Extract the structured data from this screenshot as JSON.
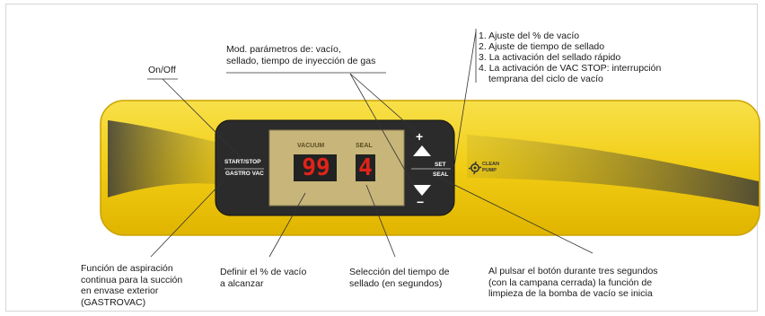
{
  "labels": {
    "on_off": "On/Off",
    "mod_params": [
      "Mod. parámetros de: vacío,",
      "sellado, tiempo de inyección de gas"
    ],
    "numbered": [
      {
        "n": "1.",
        "text": "Ajuste del % de vacío"
      },
      {
        "n": "2.",
        "text": "Ajuste de tiempo de sellado"
      },
      {
        "n": "3.",
        "text": "La activación del sellado rápido"
      },
      {
        "n": "4.",
        "text": "La activación de VAC STOP: interrupción"
      }
    ],
    "numbered_cont": "temprana del ciclo de vacío",
    "aspiration": [
      "Función de aspiración",
      "continua para la succión",
      "en envase exterior",
      "(GASTROVAC)"
    ],
    "vacuum_pct": [
      "Definir el % de vacío",
      "a alcanzar"
    ],
    "seal_time": [
      "Selección del tiempo de",
      "sellado (en segundos)"
    ],
    "three_sec": [
      "Al pulsar el botón durante tres segundos",
      "(con la campana cerrada) la función de",
      "limpieza de la bomba de vacío se inicia"
    ]
  },
  "panel": {
    "start_stop": "START/STOP",
    "gastro_vac": "GASTRO VAC",
    "vacuum_label": "VACUUM",
    "seal_label": "SEAL",
    "vacuum_value": "99",
    "seal_value": "4",
    "plus": "+",
    "minus": "−",
    "set": "SET",
    "seal_btn": "SEAL",
    "brand_line1": "CLEAN",
    "brand_line2": "PUMP"
  },
  "colors": {
    "yellow": "#f3d21a",
    "yellow_dark": "#d9ad00",
    "panel_dark": "#2b2b2b",
    "display_bg": "#c8b57a",
    "digit_red": "#e2231a",
    "digit_bg": "#222222"
  }
}
